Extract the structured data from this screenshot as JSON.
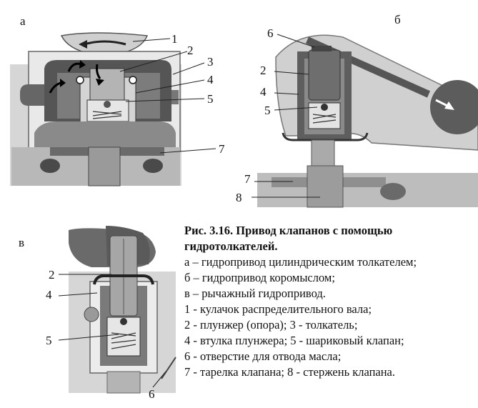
{
  "panels": {
    "a": {
      "letter": "а",
      "labels": [
        "1",
        "2",
        "3",
        "4",
        "5",
        "7"
      ]
    },
    "b": {
      "letter": "б",
      "labels": [
        "6",
        "2",
        "4",
        "5",
        "7",
        "8"
      ]
    },
    "c": {
      "letter": "в",
      "labels": [
        "2",
        "4",
        "5",
        "6"
      ]
    }
  },
  "caption": {
    "title_line1": "Рис. 3.16. Привод клапанов с помощью",
    "title_line2": "гидротолкателей.",
    "lines": [
      "а – гидропривод цилиндрическим толкателем;",
      "б – гидропривод коромыслом;",
      "в – рычажный гидропривод.",
      "1 - кулачок распределительного вала;",
      "2 - плунжер (опора); 3 - толкатель;",
      "4 - втулка плунжера; 5 - шариковый клапан;",
      "6 - отверстие для отвода масла;",
      "7 - тарелка клапана; 8 - стержень клапана."
    ]
  },
  "colors": {
    "dark": "#3a3a3a",
    "mid": "#8c8c8c",
    "light": "#c8c8c8",
    "pale": "#e2e2e2"
  }
}
